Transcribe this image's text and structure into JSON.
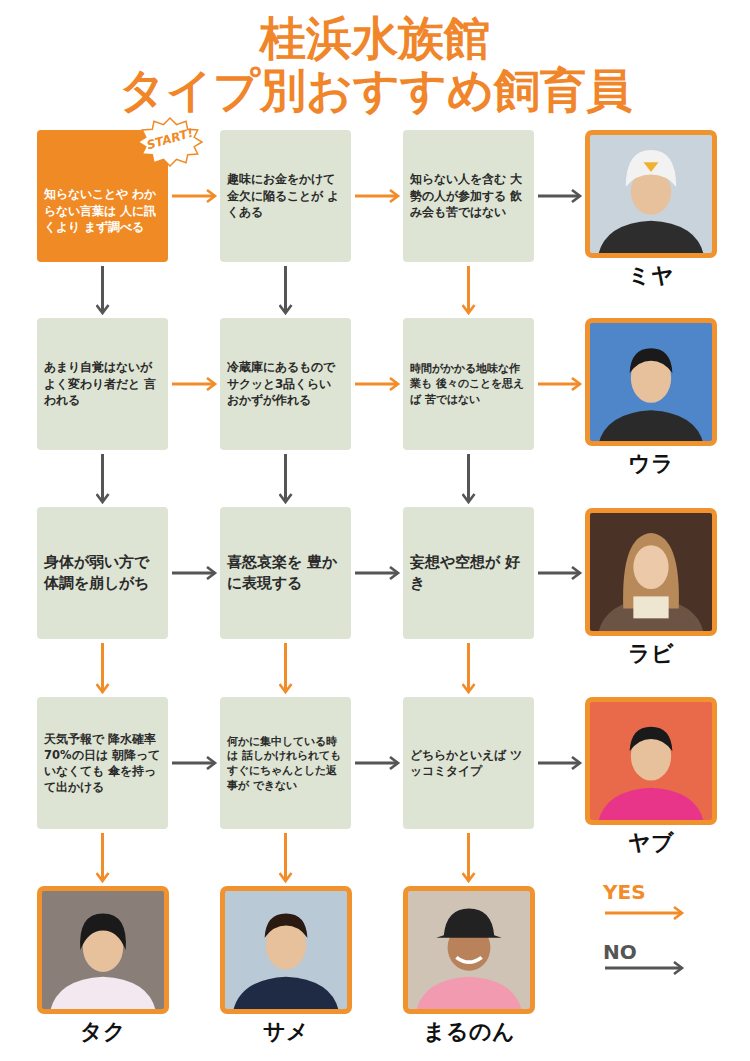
{
  "diagram": {
    "title": "桂浜水族館 タイプ別おすすめ飼育員",
    "nodes": [
      {
        "text": [
          "知らないことや わからない言葉は 人に訊くより まず調べる"
        ]
      },
      {
        "text": [
          "趣味にお金をかけて 金欠に陥ることが よくある"
        ]
      },
      {
        "text": [
          "知らない人を含む 大勢の人が参加する 飲み会も苦ではない"
        ]
      },
      {
        "text": [
          "ミヤ"
        ]
      },
      {
        "text": [
          "あまり自覚はないが よく変わり者だと 言われる"
        ]
      },
      {
        "text": [
          "冷蔵庫にあるもので サクッと3品くらい おかずが作れる"
        ]
      },
      {
        "text": [
          "時間がかかる地味な作業も 後々のことを思えば 苦ではない"
        ]
      },
      {
        "text": [
          "ウラ"
        ]
      },
      {
        "text": [
          "身体が弱い方で 体調を崩しがち"
        ]
      },
      {
        "text": [
          "喜怒哀楽を 豊かに表現する"
        ]
      },
      {
        "text": [
          "妄想や空想が 好き"
        ]
      },
      {
        "text": [
          "ラビ"
        ]
      },
      {
        "text": [
          "天気予報で 降水確率70%の日は 朝降っていなくても 傘を持って出かける"
        ]
      },
      {
        "text": [
          "何かに集中している時は 話しかけれられても すぐにちゃんとした返事が できない"
        ]
      },
      {
        "text": [
          "どちらかといえば ツッコミタイプ"
        ]
      },
      {
        "text": [
          "ヤブ"
        ]
      },
      {
        "text": [
          "タク"
        ]
      },
      {
        "text": [
          "サメ"
        ]
      },
      {
        "text": [
          "まるのん"
        ]
      }
    ],
    "edges": [
      {
        "from": 0,
        "to": 1,
        "arrow": "to"
      },
      {
        "from": 0,
        "to": 4,
        "arrow": "to"
      },
      {
        "from": 1,
        "to": 2,
        "arrow": "to"
      },
      {
        "from": 1,
        "to": 5,
        "arrow": "to"
      },
      {
        "from": 2,
        "to": 3,
        "arrow": "to"
      },
      {
        "from": 2,
        "to": 6,
        "arrow": "to"
      },
      {
        "from": 4,
        "to": 5,
        "arrow": "to"
      },
      {
        "from": 4,
        "to": 8,
        "arrow": "to"
      },
      {
        "from": 5,
        "to": 6,
        "arrow": "to"
      },
      {
        "from": 5,
        "to": 9,
        "arrow": "to"
      },
      {
        "from": 6,
        "to": 7,
        "arrow": "to"
      },
      {
        "from": 6,
        "to": 10,
        "arrow": "to"
      },
      {
        "from": 8,
        "to": 9,
        "arrow": "to"
      },
      {
        "from": 8,
        "to": 12,
        "arrow": "to"
      },
      {
        "from": 9,
        "to": 10,
        "arrow": "to"
      },
      {
        "from": 9,
        "to": 13,
        "arrow": "to"
      },
      {
        "from": 10,
        "to": 11,
        "arrow": "to"
      },
      {
        "from": 10,
        "to": 14,
        "arrow": "to"
      },
      {
        "from": 12,
        "to": 13,
        "arrow": "to"
      },
      {
        "from": 12,
        "to": 16,
        "arrow": "to"
      },
      {
        "from": 13,
        "to": 14,
        "arrow": "to"
      },
      {
        "from": 13,
        "to": 17,
        "arrow": "to"
      },
      {
        "from": 14,
        "to": 15,
        "arrow": "to"
      },
      {
        "from": 14,
        "to": 18,
        "arrow": "to"
      }
    ],
    "labels": [
      "START!"
    ],
    "legend": [
      {
        "text": "YES"
      },
      {
        "text": "NO"
      }
    ]
  }
}
